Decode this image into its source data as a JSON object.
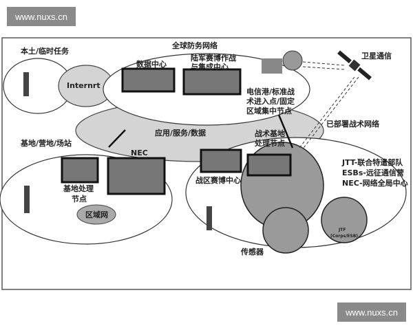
{
  "watermark": {
    "top_left": "www.nuxs.cn",
    "bottom_right": "www.nuxs.cn"
  },
  "labels": {
    "homeland": "本土/临时任务",
    "global_network": "全球防务网络",
    "internet": "Internrt",
    "data_center": "数据中心",
    "army_cyber": [
      "陆军赛博作战",
      "与集成中心"
    ],
    "teleport": [
      "电信港/标准战",
      "术进入点/固定",
      "区域集中节点"
    ],
    "satellite": "卫星通信",
    "deployed_network": "已部署战术网络",
    "app_service_data": "应用/服务/数据",
    "base_camp": "基地/营地/场站",
    "tactical_node": [
      "战术基地",
      "处理节点"
    ],
    "nec": "NEC",
    "legend": [
      "JTT-联合特遣部队",
      "ESBs-远征通信营",
      "NEC-网络全局中心"
    ],
    "base_node": [
      "基地处理",
      "节点"
    ],
    "theater_cyber": "战区赛博中心",
    "regional_network": "区域网",
    "sensors": "传感器",
    "jtf": [
      "JTF",
      "(Corps/ESB)"
    ]
  },
  "colors": {
    "cloud_gray": "#d4d4d4",
    "tactical_gray": "#9a9a9a",
    "frame": "#555555"
  }
}
